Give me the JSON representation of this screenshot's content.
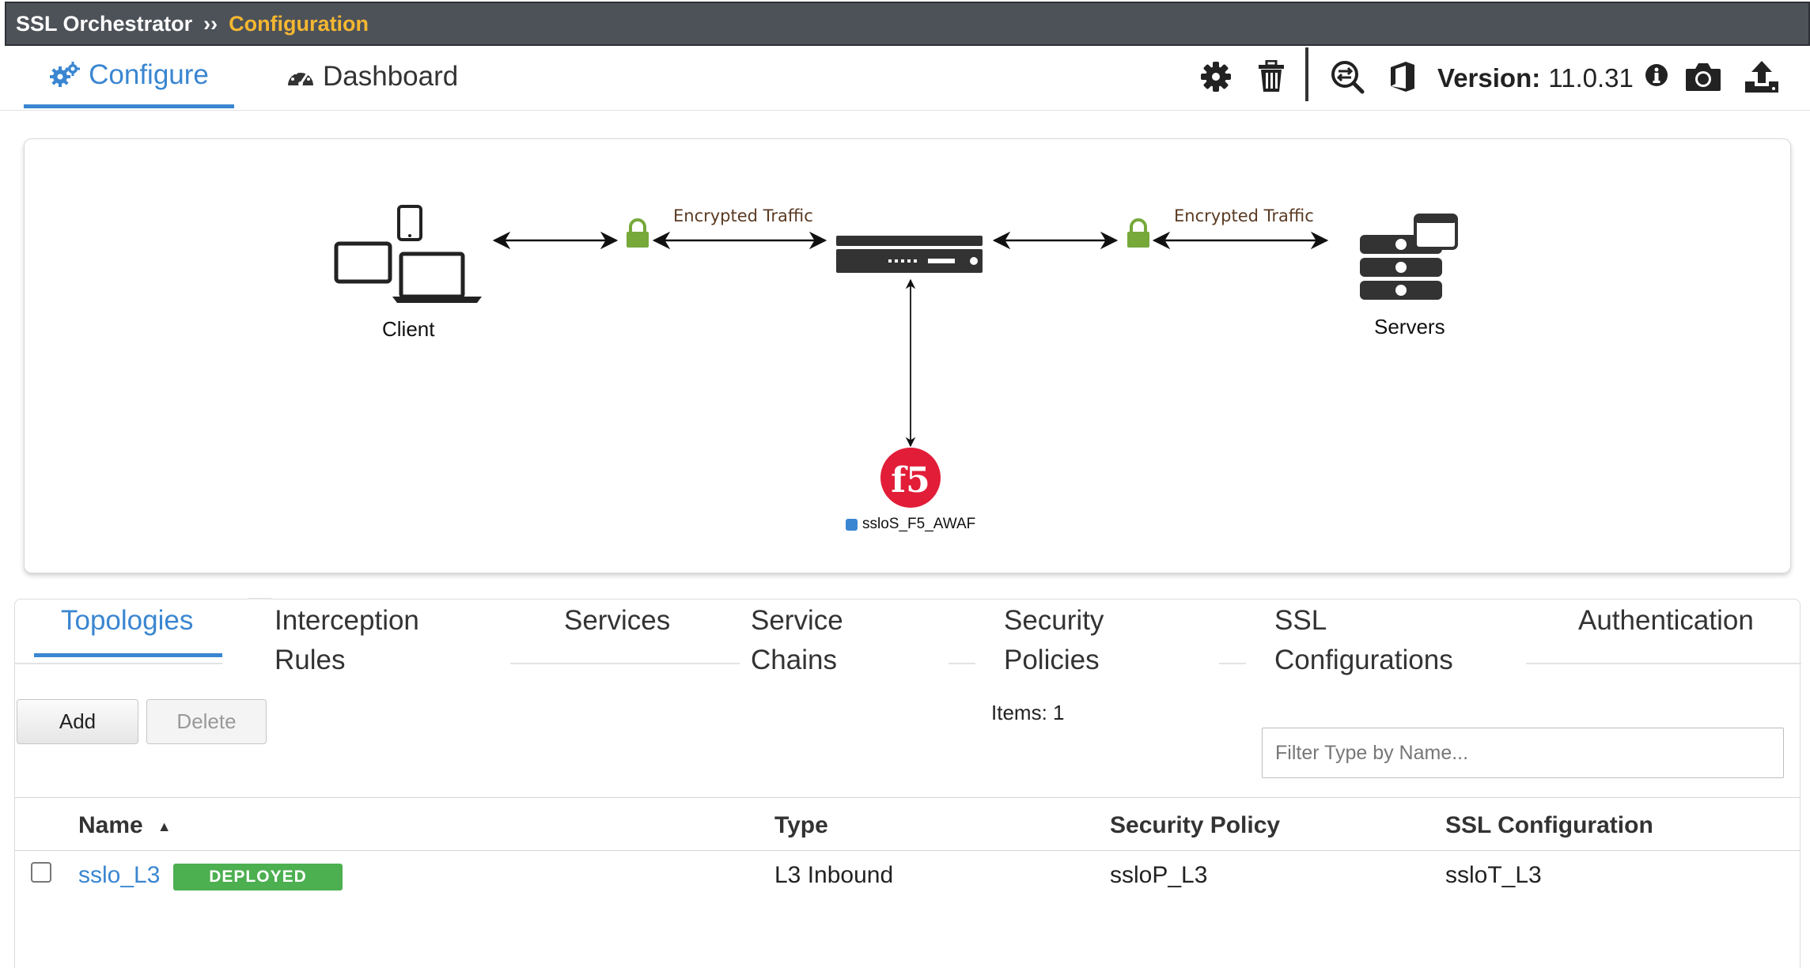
{
  "titlebar": {
    "app": "SSL Orchestrator",
    "separator": "››",
    "crumb": "Configuration"
  },
  "topnav": {
    "tabs": [
      {
        "label": "Configure",
        "icon": "gears-icon",
        "active": true
      },
      {
        "label": "Dashboard",
        "icon": "dashboard-gauge-icon",
        "active": false
      }
    ],
    "tools": [
      "settings-gear-icon",
      "trash-icon",
      "search-compare-icon",
      "office-icon",
      "info-icon",
      "camera-icon",
      "upload-icon"
    ],
    "version_label": "Version:",
    "version_value": "11.0.31"
  },
  "diagram": {
    "client_label": "Client",
    "servers_label": "Servers",
    "traffic_left": "Encrypted Traffic",
    "traffic_right": "Encrypted Traffic",
    "service_label": "ssloS_F5_AWAF",
    "service_logo_text": "f5"
  },
  "subtabs": [
    {
      "line1": "Topologies",
      "line2": "",
      "active": true
    },
    {
      "line1": "Interception",
      "line2": "Rules",
      "active": false
    },
    {
      "line1": "Services",
      "line2": "",
      "active": false
    },
    {
      "line1": "Service",
      "line2": "Chains",
      "active": false
    },
    {
      "line1": "Security",
      "line2": "Policies",
      "active": false
    },
    {
      "line1": "SSL",
      "line2": "Configurations",
      "active": false
    },
    {
      "line1": "Authentication",
      "line2": "",
      "active": false
    }
  ],
  "toolbar": {
    "add_label": "Add",
    "delete_label": "Delete",
    "items_text": "Items: 1",
    "filter_placeholder": "Filter Type by Name..."
  },
  "table": {
    "columns": [
      "Name",
      "Type",
      "Security Policy",
      "SSL Configuration"
    ],
    "sort_indicator": "▲",
    "rows": [
      {
        "name": "sslo_L3",
        "status": "DEPLOYED",
        "type": "L3 Inbound",
        "security_policy": "ssloP_L3",
        "ssl_configuration": "ssloT_L3"
      }
    ]
  },
  "colors": {
    "accent": "#3a86d1",
    "crumb": "#f5b731",
    "deployed": "#4caf50",
    "lock": "#76a83a",
    "f5_red": "#e21d38"
  }
}
